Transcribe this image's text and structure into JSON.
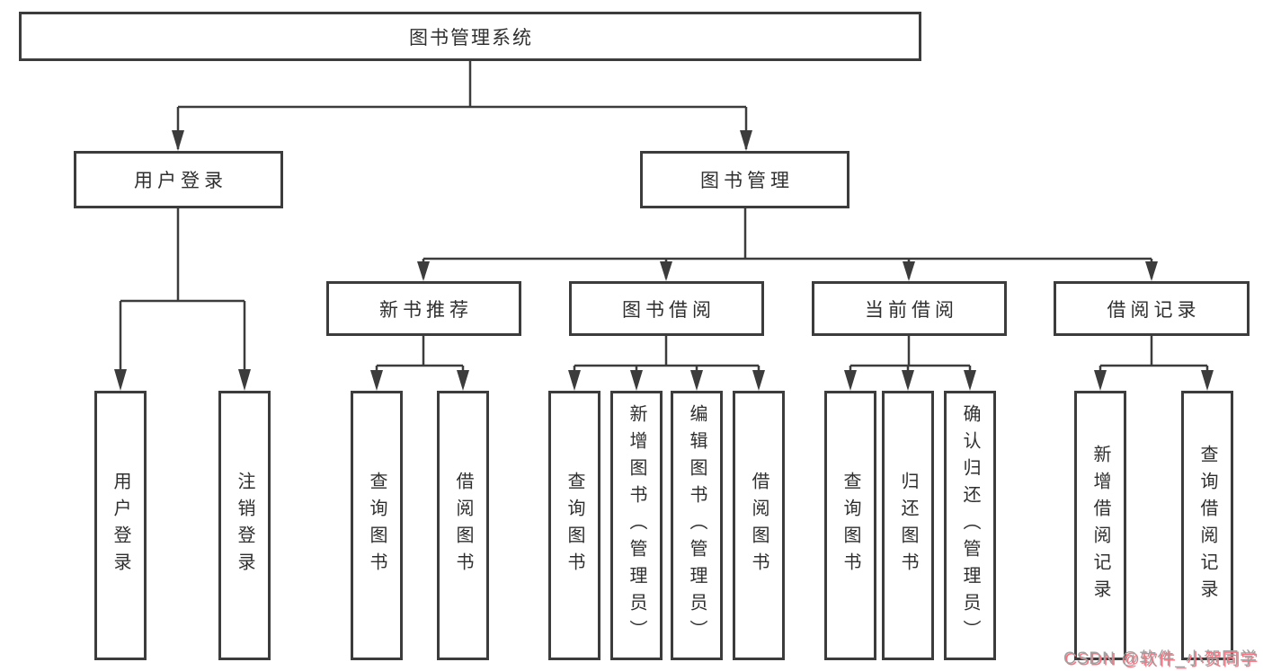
{
  "diagram": {
    "root": {
      "label": "图书管理系统"
    },
    "branches": [
      {
        "label": "用户登录",
        "children": [
          {
            "label": "用户登录"
          },
          {
            "label": "注销登录"
          }
        ]
      },
      {
        "label": "图书管理",
        "children": [
          {
            "label": "新书推荐",
            "children": [
              {
                "label": "查询图书"
              },
              {
                "label": "借阅图书"
              }
            ]
          },
          {
            "label": "图书借阅",
            "children": [
              {
                "label": "查询图书"
              },
              {
                "label": "新增图书（管理员）"
              },
              {
                "label": "编辑图书（管理员）"
              },
              {
                "label": "借阅图书"
              }
            ]
          },
          {
            "label": "当前借阅",
            "children": [
              {
                "label": "查询图书"
              },
              {
                "label": "归还图书"
              },
              {
                "label": "确认归还（管理员）"
              }
            ]
          },
          {
            "label": "借阅记录",
            "children": [
              {
                "label": "新增借阅记录"
              },
              {
                "label": "查询借阅记录"
              }
            ]
          }
        ]
      }
    ]
  },
  "watermark": {
    "text": "CSDN @软件_小贺同学"
  },
  "colors": {
    "line": "#3c3c3c",
    "box_border": "#3c3c3c",
    "text": "#2f2f2f",
    "background": "#ffffff",
    "watermark": "#a0a0a0",
    "watermark_shadow": "#ff6e7d"
  }
}
